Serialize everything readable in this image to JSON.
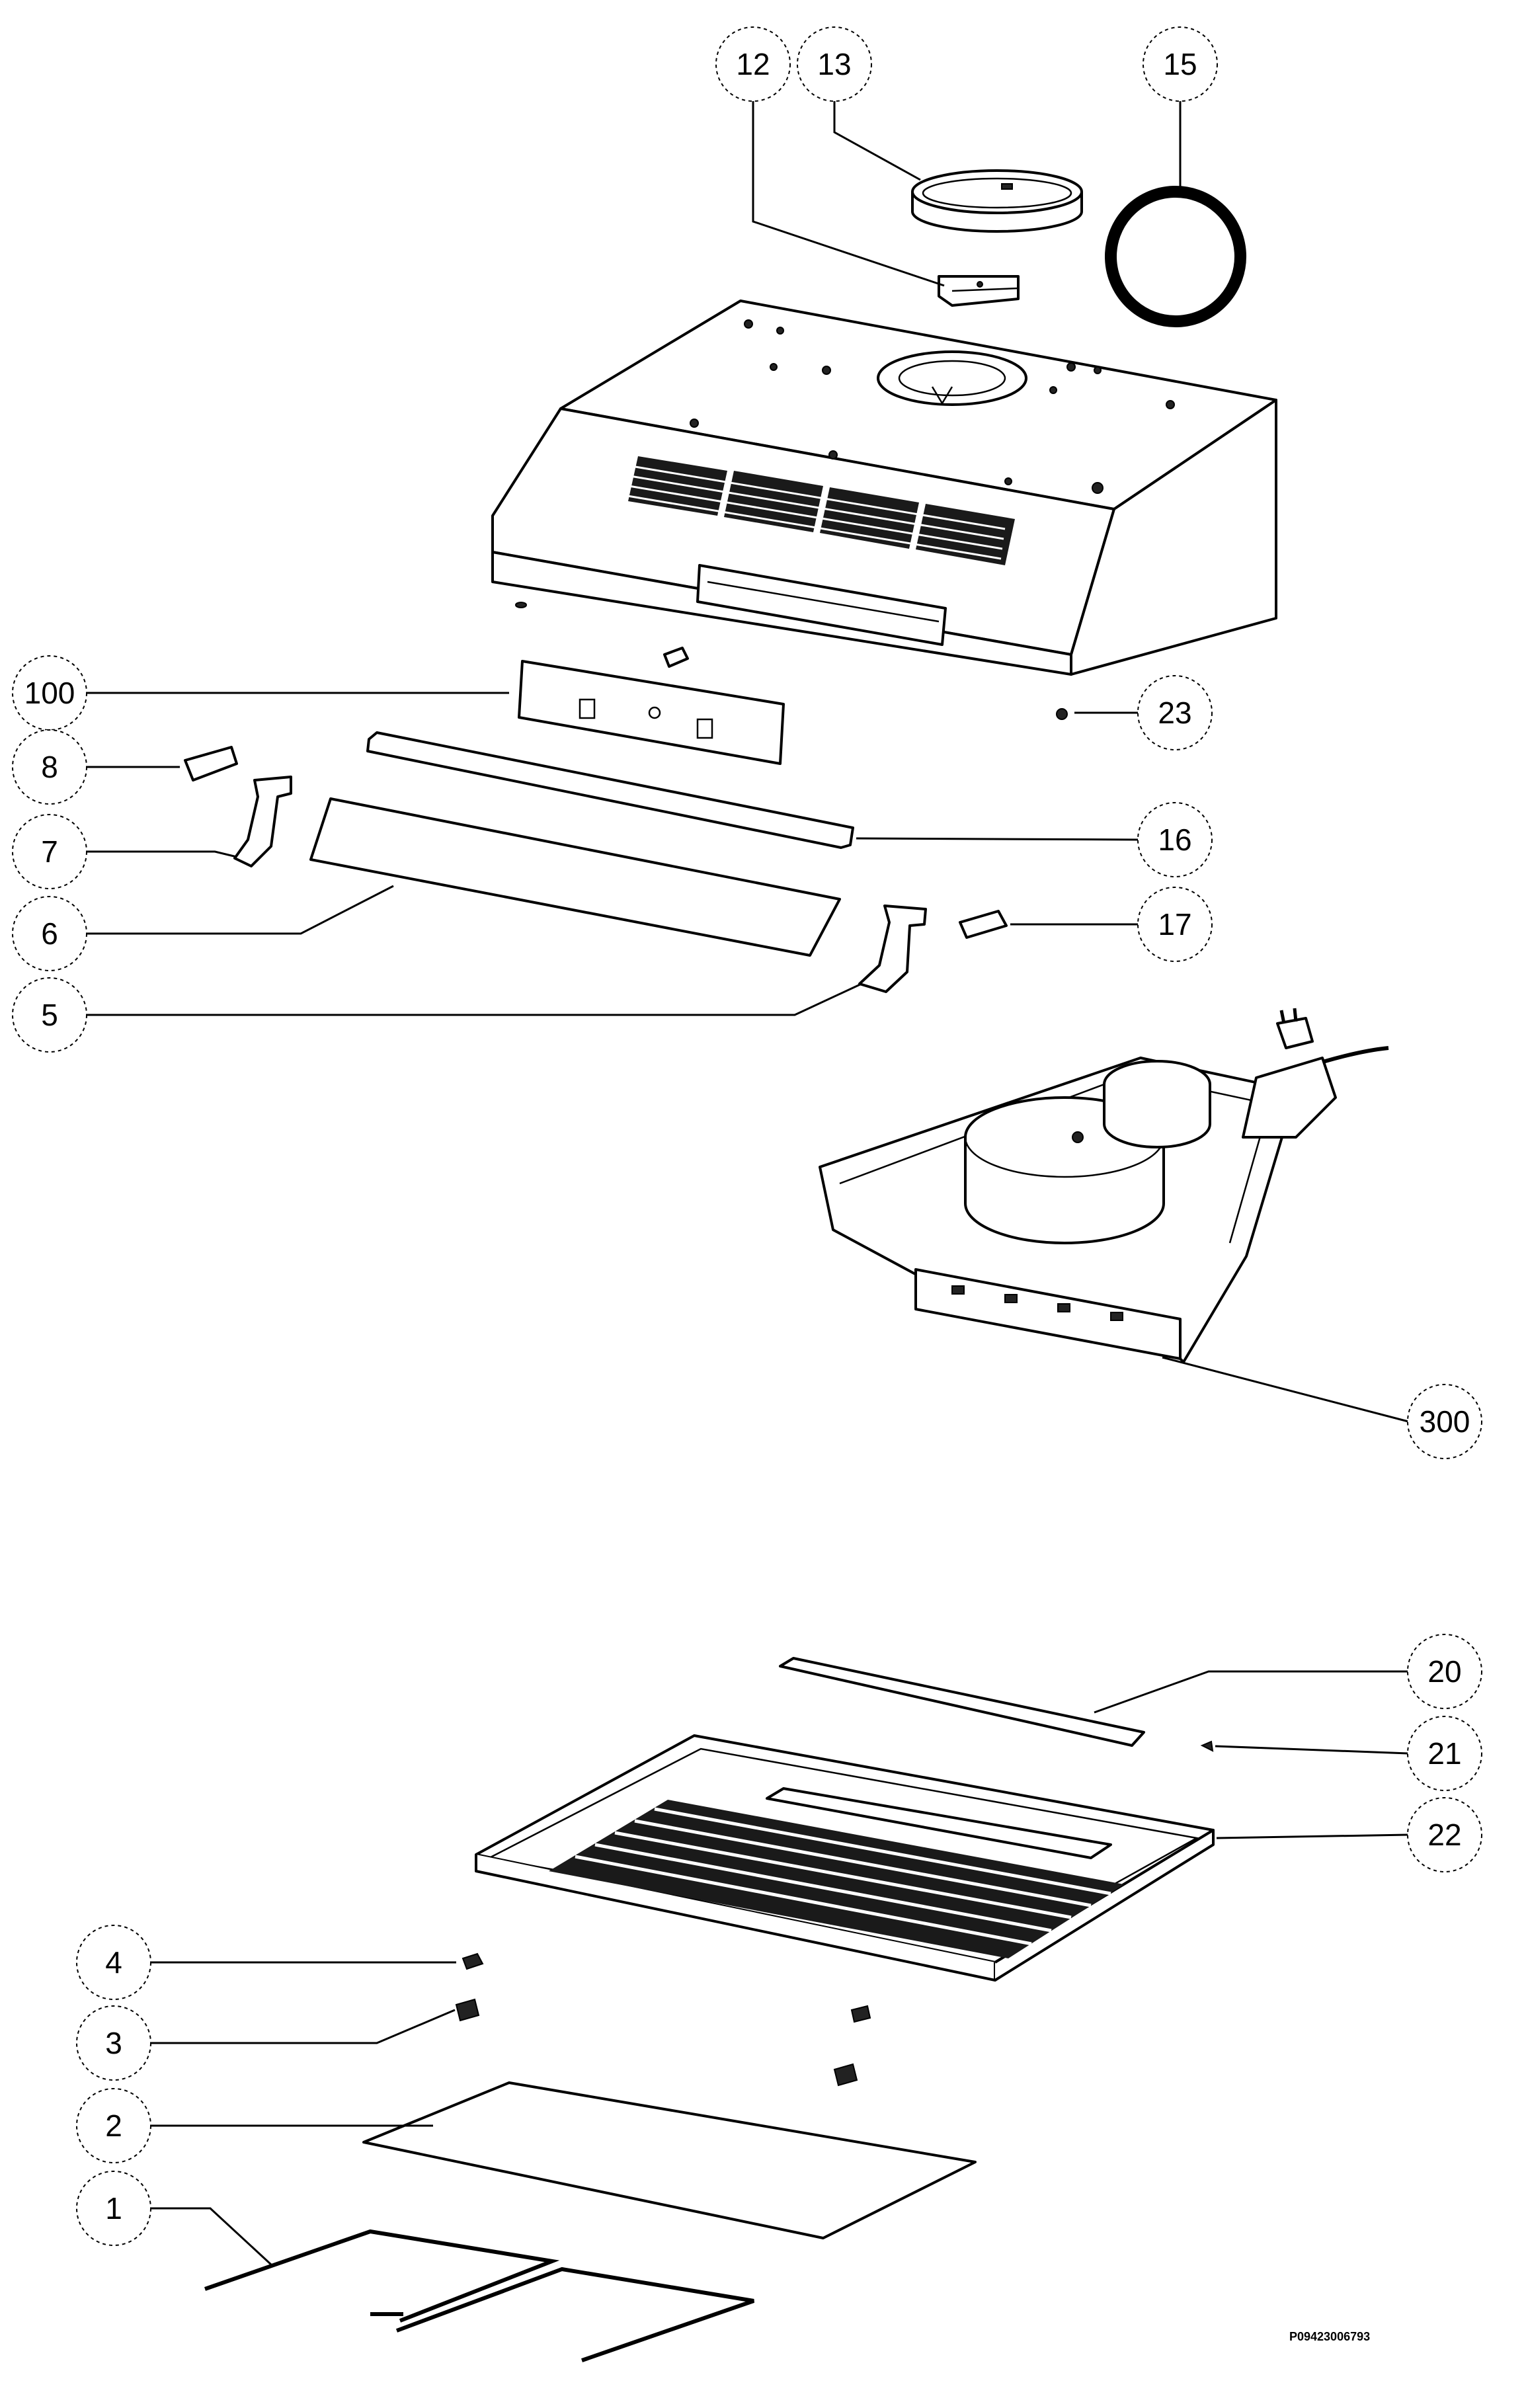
{
  "diagram": {
    "drawing_code": "P09423006793",
    "callouts": [
      {
        "id": "12",
        "label": "12"
      },
      {
        "id": "13",
        "label": "13"
      },
      {
        "id": "15",
        "label": "15"
      },
      {
        "id": "100",
        "label": "100"
      },
      {
        "id": "23",
        "label": "23"
      },
      {
        "id": "8",
        "label": "8"
      },
      {
        "id": "16",
        "label": "16"
      },
      {
        "id": "7",
        "label": "7"
      },
      {
        "id": "6",
        "label": "6"
      },
      {
        "id": "17",
        "label": "17"
      },
      {
        "id": "5",
        "label": "5"
      },
      {
        "id": "300",
        "label": "300"
      },
      {
        "id": "20",
        "label": "20"
      },
      {
        "id": "21",
        "label": "21"
      },
      {
        "id": "22",
        "label": "22"
      },
      {
        "id": "4",
        "label": "4"
      },
      {
        "id": "3",
        "label": "3"
      },
      {
        "id": "2",
        "label": "2"
      },
      {
        "id": "1",
        "label": "1"
      }
    ]
  }
}
